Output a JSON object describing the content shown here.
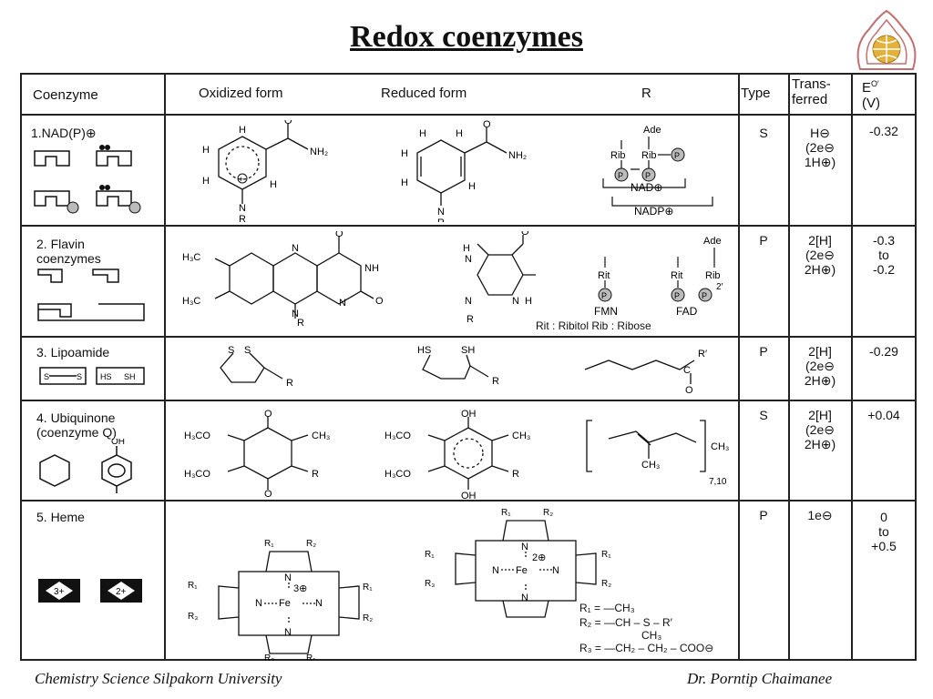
{
  "title": "Redox coenzymes",
  "table": {
    "headers": {
      "coenzyme": "Coenzyme",
      "oxidized": "Oxidized form",
      "reduced": "Reduced form",
      "r": "R",
      "type": "Type",
      "transferred_1": "Trans-",
      "transferred_2": "ferred",
      "e0_1": "E",
      "e0_sup": "O′",
      "e0_2": "(V)"
    },
    "rows": [
      {
        "name": "1.NAD(P)⊕",
        "type": "S",
        "transferred_1": "H⊖",
        "transferred_2": "(2e⊖",
        "transferred_3": "1H⊕)",
        "e0_1": "-0.32",
        "e0_2": "",
        "e0_3": ""
      },
      {
        "name": "2. Flavin coenzymes",
        "type": "P",
        "transferred_1": "2[H]",
        "transferred_2": "(2e⊖",
        "transferred_3": "2H⊕)",
        "e0_1": "-0.3",
        "e0_2": "to",
        "e0_3": "-0.2"
      },
      {
        "name": "3. Lipoamide",
        "type": "P",
        "transferred_1": "2[H]",
        "transferred_2": "(2e⊖",
        "transferred_3": "2H⊕)",
        "e0_1": "-0.29",
        "e0_2": "",
        "e0_3": ""
      },
      {
        "name": "4. Ubiquinone (coenzyme Q)",
        "type": "S",
        "transferred_1": "2[H]",
        "transferred_2": "(2e⊖",
        "transferred_3": "2H⊕)",
        "e0_1": "+0.04",
        "e0_2": "",
        "e0_3": ""
      },
      {
        "name": "5. Heme",
        "type": "P",
        "transferred_1": "1e⊖",
        "transferred_2": "",
        "transferred_3": "",
        "e0_1": "0",
        "e0_2": "to",
        "e0_3": "+0.5"
      }
    ],
    "nad_labels": {
      "ade": "Ade",
      "rib": "Rib",
      "p": "P",
      "nad": "NAD⊕",
      "nadp": "NADP⊕"
    },
    "flavin_labels": {
      "fmn": "FMN",
      "fad": "FAD",
      "rit": "Rit",
      "note": "Rit : Ribitol  Rib : Ribose",
      "prime": "2′"
    },
    "lipo_labels": {
      "r_prime": "R′"
    },
    "ubi_labels": {
      "n": "7,10",
      "ch3": "CH₃"
    },
    "heme_labels": {
      "ox": "3+",
      "red": "2+",
      "fe3": "3⊕",
      "fe2": "2⊕",
      "r1": "R₁ = —CH₃",
      "r2": "R₂ = —CH – S – R′",
      "r2b": "CH₃",
      "r3": "R₃ = —CH₂ – CH₂ – COO⊖"
    }
  },
  "footer": {
    "left": "Chemistry     Science   Silpakorn University",
    "right": "Dr. Porntip  Chaimanee"
  }
}
